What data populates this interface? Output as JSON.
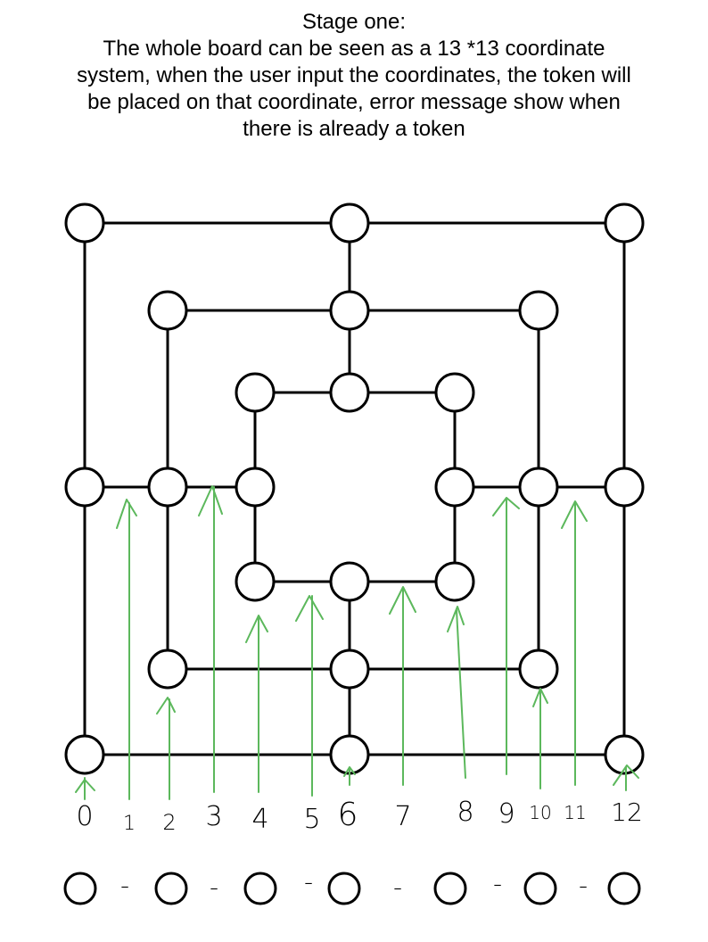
{
  "header": {
    "title": "Stage one:",
    "description_lines": [
      "The whole board can be seen as a 13 *13 coordinate",
      "system, when the user input the coordinates, the token will",
      "be placed on that coordinate, error message show when",
      "there is already a token"
    ]
  },
  "diagram": {
    "coordinate_labels": [
      "0",
      "1",
      "2",
      "3",
      "4",
      "5",
      "6",
      "7",
      "8",
      "9",
      "10",
      "11",
      "12"
    ],
    "row_separators": [
      "-",
      "-",
      "-",
      "-",
      "-",
      "-"
    ],
    "colors": {
      "stroke": "#000000",
      "node_fill": "#ffffff",
      "arrow": "#5cb85c"
    }
  }
}
